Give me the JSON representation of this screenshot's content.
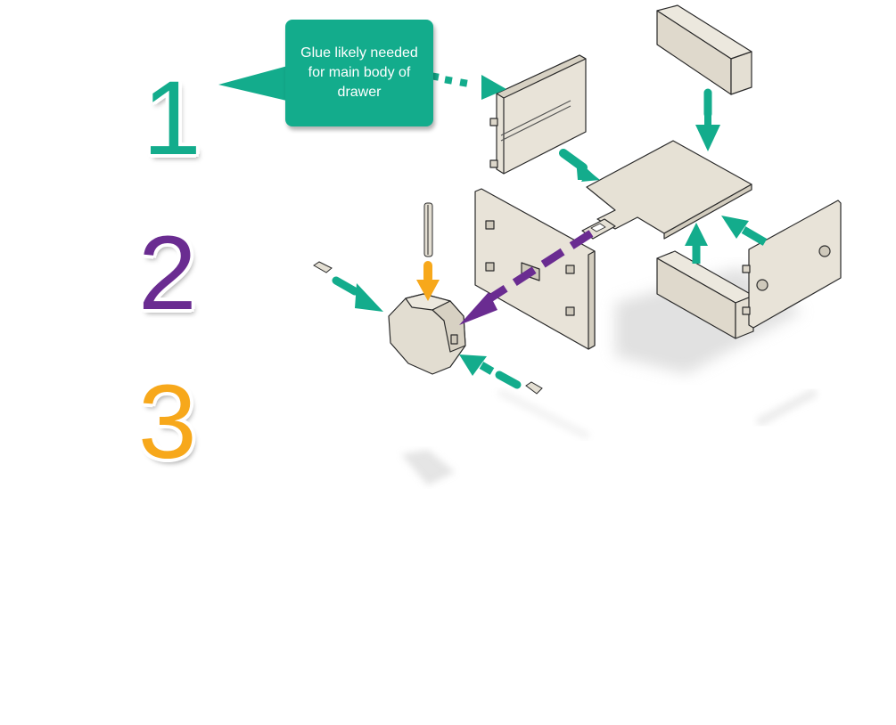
{
  "title": "Drawer assembly exploded view",
  "steps": [
    {
      "number": "1",
      "color": "#13ac8c"
    },
    {
      "number": "2",
      "color": "#6a2c91"
    },
    {
      "number": "3",
      "color": "#f7a81b"
    }
  ],
  "callout": {
    "text": "Glue likely needed for main body of drawer",
    "color": "#13ac8c"
  },
  "arrow_colors": {
    "step1": "#13ac8c",
    "step2": "#6a2c91",
    "step3": "#f7a81b"
  },
  "part_color": "#e4dfd3",
  "parts": [
    "back-panel",
    "top-block",
    "drawer-bottom",
    "front-panel",
    "right-side-panel",
    "bottom-block",
    "knob",
    "knob-pin-vertical",
    "knob-pin-left",
    "knob-pin-right"
  ]
}
